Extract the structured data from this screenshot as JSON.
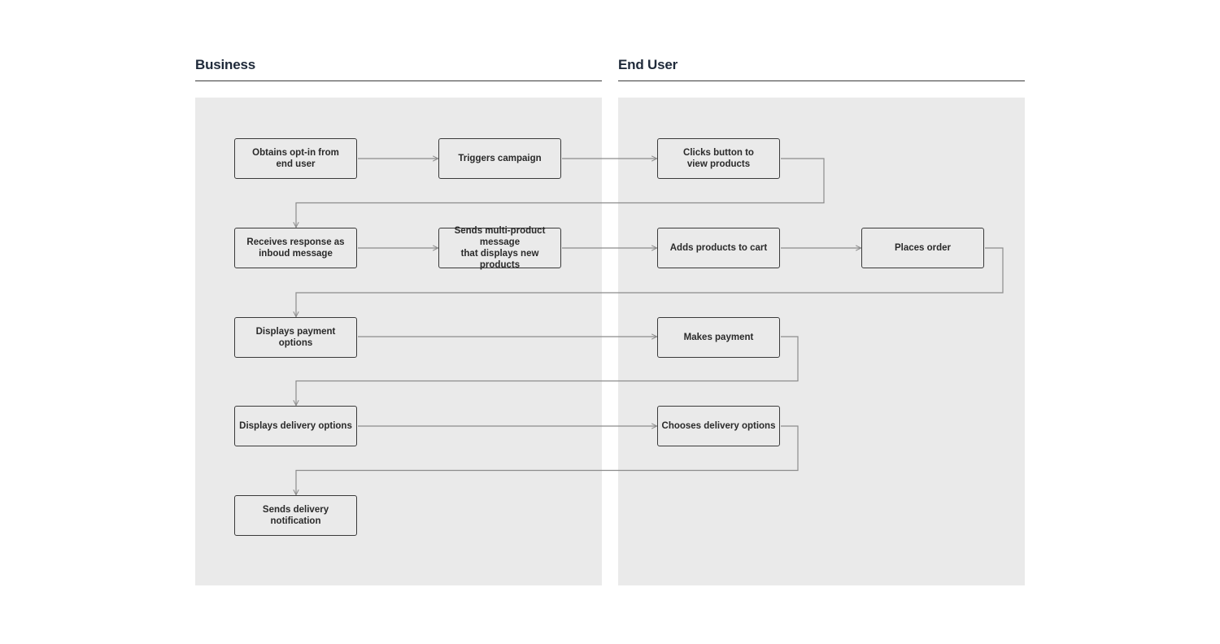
{
  "lanes": {
    "business": {
      "title": "Business"
    },
    "end_user": {
      "title": "End User"
    }
  },
  "steps": {
    "obtains_opt_in": "Obtains opt-in from\nend user",
    "triggers_campaign": "Triggers campaign",
    "clicks_button": "Clicks button to\nview products",
    "receives_response": "Receives response as\ninboud message",
    "sends_multi_product": "Sends multi-product message\nthat displays new products",
    "adds_products": "Adds products to cart",
    "places_order": "Places order",
    "displays_payment": "Displays payment options",
    "makes_payment": "Makes payment",
    "displays_delivery": "Displays delivery options",
    "chooses_delivery": "Chooses delivery options",
    "sends_notification": "Sends delivery notification"
  },
  "colors": {
    "lane_background": "#eaeaea",
    "node_border": "#3a3a3a",
    "connector": "#8c8c8c",
    "title": "#1f2a3a"
  }
}
